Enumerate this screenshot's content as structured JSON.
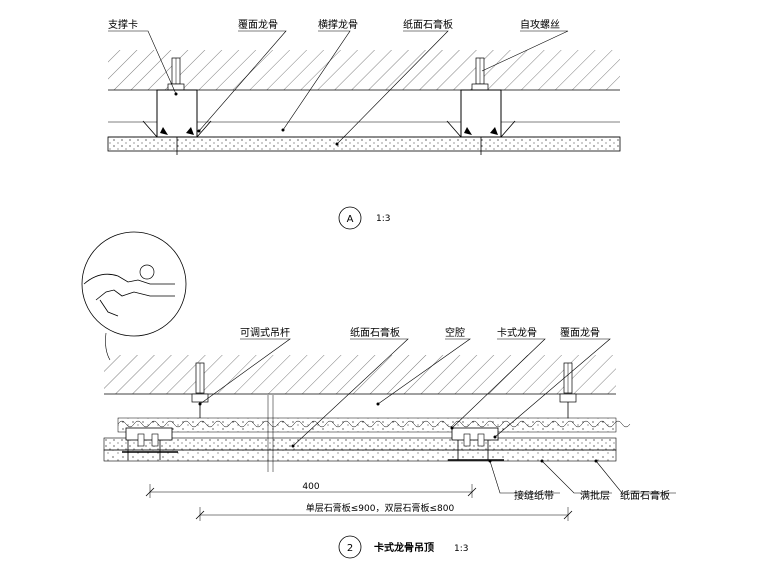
{
  "detail_a": {
    "labels": {
      "support_clip": "支撑卡",
      "cover_keel": "覆面龙骨",
      "cross_brace_keel": "横撑龙骨",
      "gypsum_board": "纸面石膏板",
      "self_tapping_screw": "自攻螺丝"
    },
    "marker": "A",
    "scale": "1:3"
  },
  "detail_2": {
    "labels": {
      "adjustable_hanger": "可调式吊杆",
      "gypsum_board_top": "纸面石膏板",
      "cavity": "空腔",
      "clip_keel": "卡式龙骨",
      "cover_keel": "覆面龙骨",
      "joint_tape": "接缝纸带",
      "putty_layer": "满批层",
      "gypsum_board_right": "纸面石膏板"
    },
    "dimension_400": "400",
    "spacing_note": "单层石膏板≤900，双层石膏板≤800",
    "marker": "2",
    "title": "卡式龙骨吊顶",
    "scale": "1:3"
  }
}
